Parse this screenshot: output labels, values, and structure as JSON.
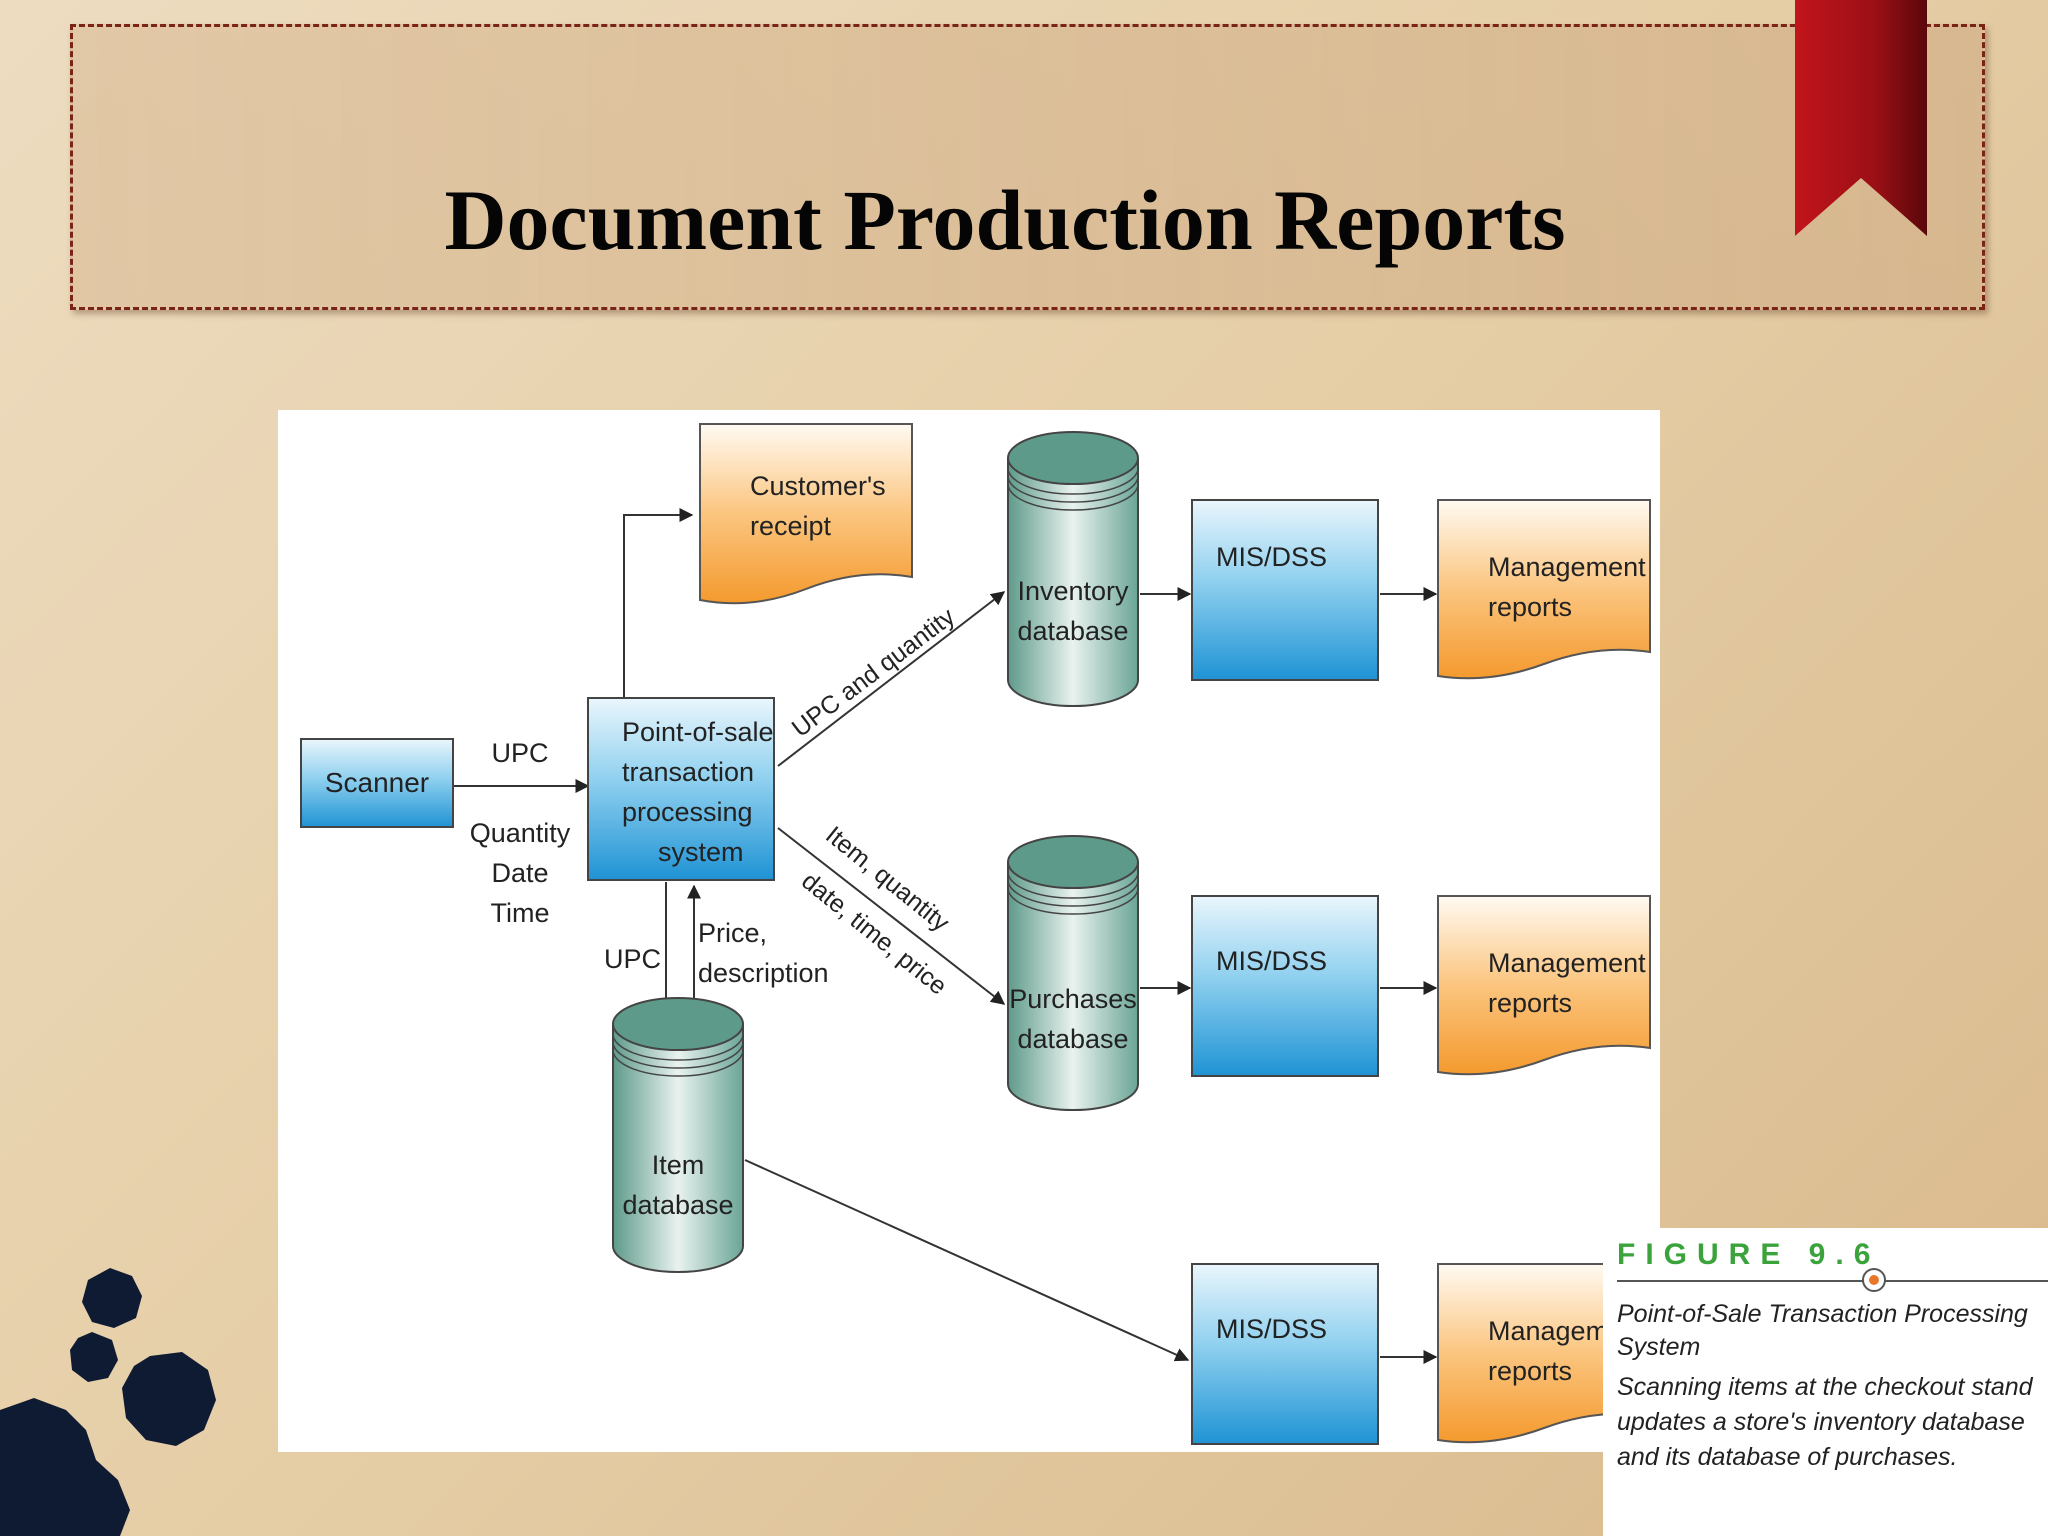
{
  "slide": {
    "title": "Document Production Reports",
    "colors": {
      "title_border": "#7a2418",
      "ribbon": "#9b1016",
      "process_box": "#3aa0d6",
      "document": "#f5a03a",
      "database": "#5e9c8c"
    }
  },
  "diagram": {
    "nodes": {
      "scanner": "Scanner",
      "pos_system": [
        "Point-of-sale",
        "transaction",
        "processing",
        "system"
      ],
      "customer_receipt": [
        "Customer's",
        "receipt"
      ],
      "inventory_db": [
        "Inventory",
        "database"
      ],
      "purchases_db": [
        "Purchases",
        "database"
      ],
      "item_db": [
        "Item",
        "database"
      ],
      "mis_dss": [
        "MIS/DSS",
        "MIS/DSS",
        "MIS/DSS"
      ],
      "management_reports": [
        [
          "Management",
          "reports"
        ],
        [
          "Management",
          "reports"
        ],
        [
          "Manageme",
          "reports"
        ]
      ]
    },
    "edge_labels": {
      "scanner_upc": "UPC",
      "scanner_details": [
        "Quantity",
        "Date",
        "Time"
      ],
      "to_item_db": "UPC",
      "from_item_db": [
        "Price,",
        "description"
      ],
      "to_inventory": "UPC and quantity",
      "to_purchases": [
        "Item, quantity",
        "date, time, price"
      ]
    }
  },
  "figure": {
    "number": "FIGURE 9.6",
    "title": "Point-of-Sale Transaction Processing System",
    "description": "Scanning items at the checkout stand updates a store's inventory database and its database of purchases."
  }
}
